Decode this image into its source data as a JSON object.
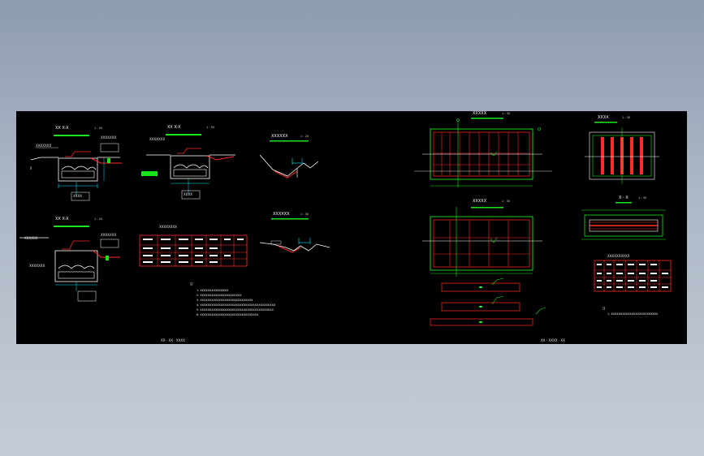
{
  "colors": {
    "background": "#000000",
    "frame": "#8e9cb0",
    "cad_red": "#ff2a2a",
    "cad_green": "#19e619",
    "cad_cyan": "#00e5ff",
    "cad_white": "#ffffff",
    "cad_yellow": "#ffff33"
  },
  "drawing": {
    "sheet_left_title": "XX - XX - XXXX",
    "sheet_right_title": "XX - XXXX - XX",
    "scales": [
      "1 : 50",
      "1 : 50",
      "1 : 20",
      "1 : 20",
      "1 : 30",
      "1 : 30",
      "1 : 30",
      "1 : 30"
    ],
    "notes_heading": "注",
    "notes_lines": [
      "1. XXXXXXXXXXXXXXX",
      "2. XXXXXXXXXXXXXXXXXXXXXX",
      "3. XXXXXXXXXXXXXXXXXXXXXXXXXXXX",
      "4. XXXXXXXXXXXXXXXXXXXXXXXXXXXXXXXXXXXXXXXX",
      "5. XXXXXXXXXXXXXXXXXXXXXXXXXXXXXXXXXXXXXXX",
      "6. XXXXXXXXXXXXXXXXXXXXXXXXXXXXXXX"
    ],
    "right_note_heading": "注",
    "right_note_line": "1. XXXXXXXXXXXXXXXXXXXXXXXXX"
  }
}
